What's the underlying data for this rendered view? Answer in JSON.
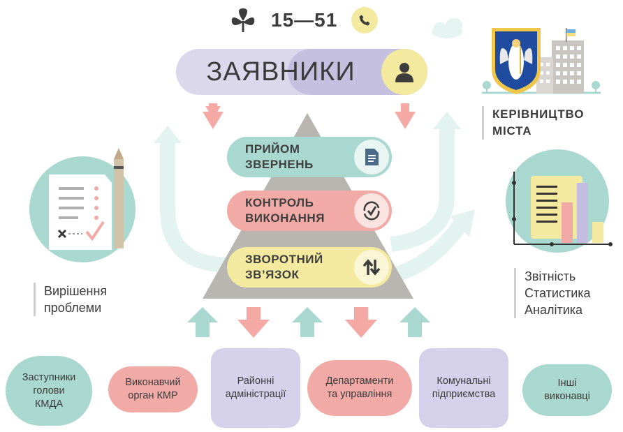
{
  "hotline": {
    "number": "15—51",
    "icon": "chestnut-leaf-icon",
    "phone_icon": "phone-icon"
  },
  "applicants": {
    "label": "ЗАЯВНИКИ",
    "icon": "person-icon"
  },
  "pyramid": {
    "steps": [
      {
        "line1": "ПРИЙОМ",
        "line2": "ЗВЕРНЕНЬ",
        "icon": "document-icon",
        "color": "#a8d8cf"
      },
      {
        "line1": "КОНТРОЛЬ",
        "line2": "ВИКОНАННЯ",
        "icon": "check-cycle-icon",
        "color": "#f2aaa6"
      },
      {
        "line1": "ЗВОРОТНИЙ",
        "line2": "ЗВ’ЯЗОК",
        "icon": "up-down-arrows-icon",
        "color": "#f3eaa0"
      }
    ]
  },
  "city_leadership": {
    "line1": "КЕРІВНИЦТВО",
    "line2": "МІСТА"
  },
  "problem_solving": {
    "line1": "Вирішення",
    "line2": "проблеми"
  },
  "reporting": {
    "line1": "Звітність",
    "line2": "Статистика",
    "line3": "Аналітика"
  },
  "units": [
    {
      "line1": "Заступники",
      "line2": "голови",
      "line3": "КМДА"
    },
    {
      "line1": "Виконавчий",
      "line2": "орган КМР"
    },
    {
      "line1": "Районні",
      "line2": "адміністрації"
    },
    {
      "line1": "Департаменти",
      "line2": "та управління"
    },
    {
      "line1": "Комунальні",
      "line2": "підприємства"
    },
    {
      "line1": "Інші",
      "line2": "виконавці"
    }
  ],
  "colors": {
    "teal": "#a8d8cf",
    "pink": "#f2aaa6",
    "lavender": "#d6d1ea",
    "yellow": "#f3eaa0",
    "gray": "#b9b6b1"
  }
}
